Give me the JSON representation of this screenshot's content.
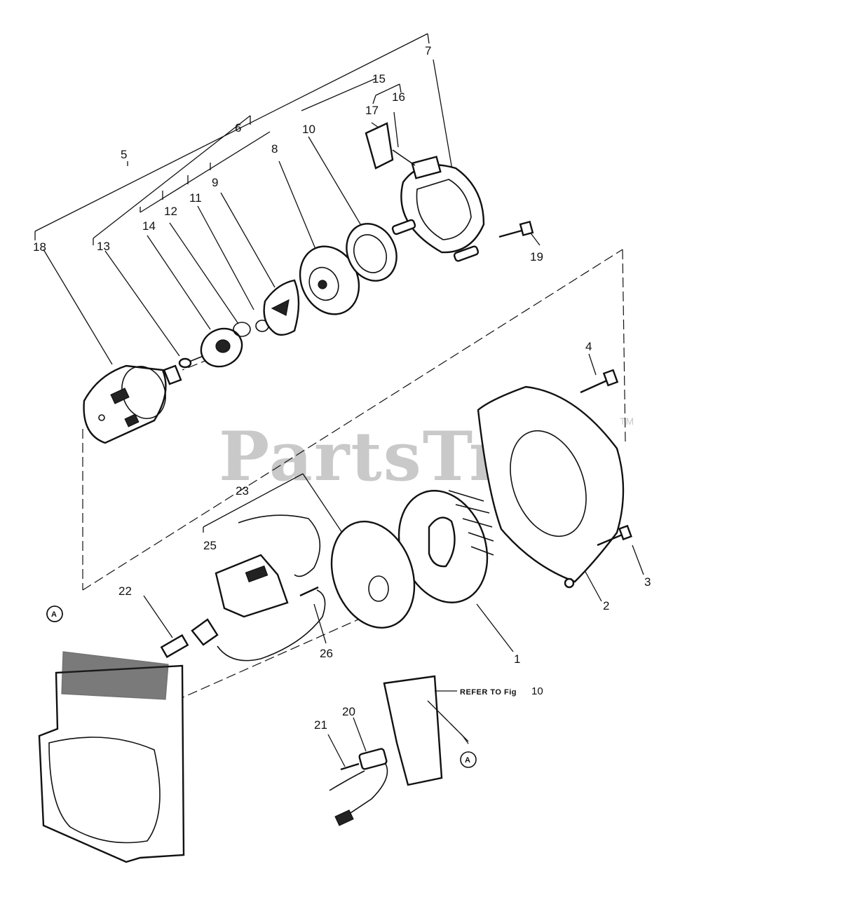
{
  "watermark": {
    "brand": "PartsTree",
    "trademark": "TM"
  },
  "note": {
    "refer_text": "REFER TO Fig",
    "refer_fig": "10",
    "callout_letter": "A"
  },
  "labels": {
    "p1": "1",
    "p2": "2",
    "p3": "3",
    "p4": "4",
    "p5": "5",
    "p6": "6",
    "p7": "7",
    "p8": "8",
    "p9": "9",
    "p10": "10",
    "p11": "11",
    "p12": "12",
    "p13": "13",
    "p14": "14",
    "p15": "15",
    "p16": "16",
    "p17": "17",
    "p18": "18",
    "p19": "19",
    "p20": "20",
    "p21": "21",
    "p22": "22",
    "p23": "23",
    "p25": "25",
    "p26": "26"
  }
}
